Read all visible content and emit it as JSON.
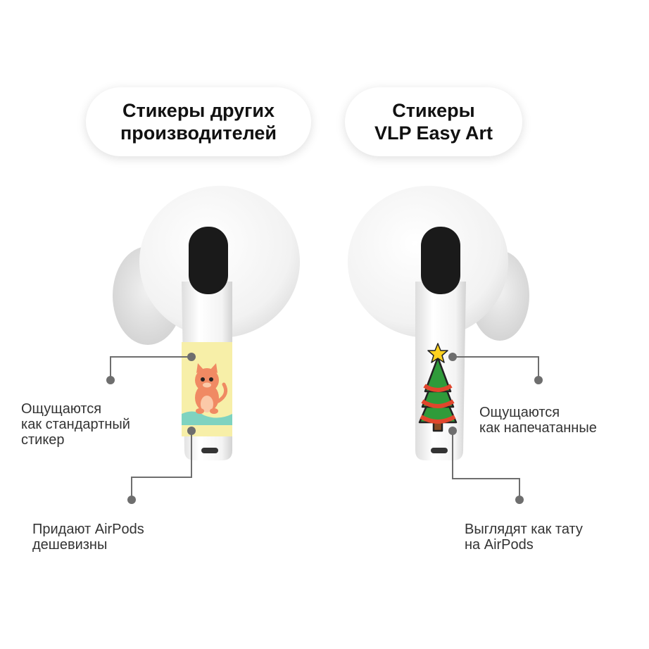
{
  "left_pill": {
    "line1": "Стикеры других",
    "line2": "производителей"
  },
  "right_pill": {
    "line1": "Стикеры",
    "line2": "VLP Easy Art"
  },
  "left_callouts": [
    {
      "lines": [
        "Ощущаются",
        "как стандартный",
        "стикер"
      ]
    },
    {
      "lines": [
        "Придают AirPods",
        "дешевизны"
      ]
    }
  ],
  "right_callouts": [
    {
      "lines": [
        "Ощущаются",
        "как напечатанные"
      ]
    },
    {
      "lines": [
        "Выглядят как тату",
        "на AirPods"
      ]
    }
  ],
  "colors": {
    "earbud_white": "#f4f4f4",
    "sensor_black": "#1a1a1a",
    "sticker_yellow": "#f7efa8",
    "line_gray": "#6e6e6e",
    "tree_green": "#2f9b3a",
    "tree_red": "#e1462c",
    "star_yellow": "#ffd21f"
  },
  "icons": [
    "cat-sticker-icon",
    "christmas-tree-icon"
  ]
}
